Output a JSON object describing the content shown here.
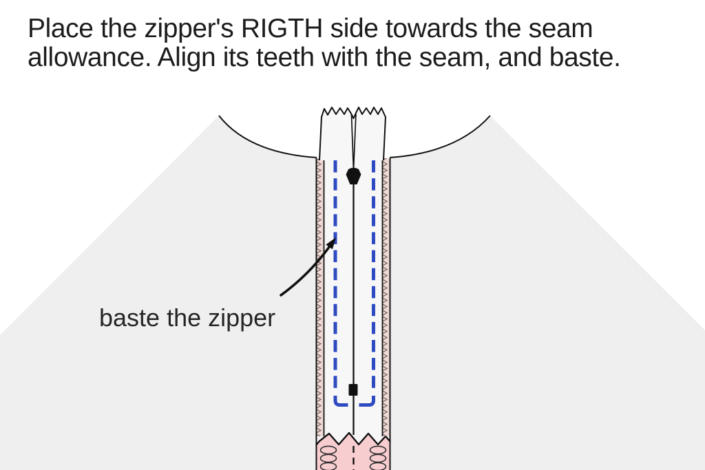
{
  "title": {
    "lines": [
      "Place the zipper's RIGTH side towards the seam",
      "allowance. Align its teeth with the seam, and baste."
    ]
  },
  "annotation": {
    "label": "baste the zipper"
  },
  "colors": {
    "basting_blue": "#2f4bc1",
    "fabric_gray": "#efefef",
    "tape_white": "#f7f7f7",
    "seam_allowance_pink": "#f8cdd0",
    "overcast_strip_pink": "#edd9d5",
    "outline_black": "#111111"
  }
}
